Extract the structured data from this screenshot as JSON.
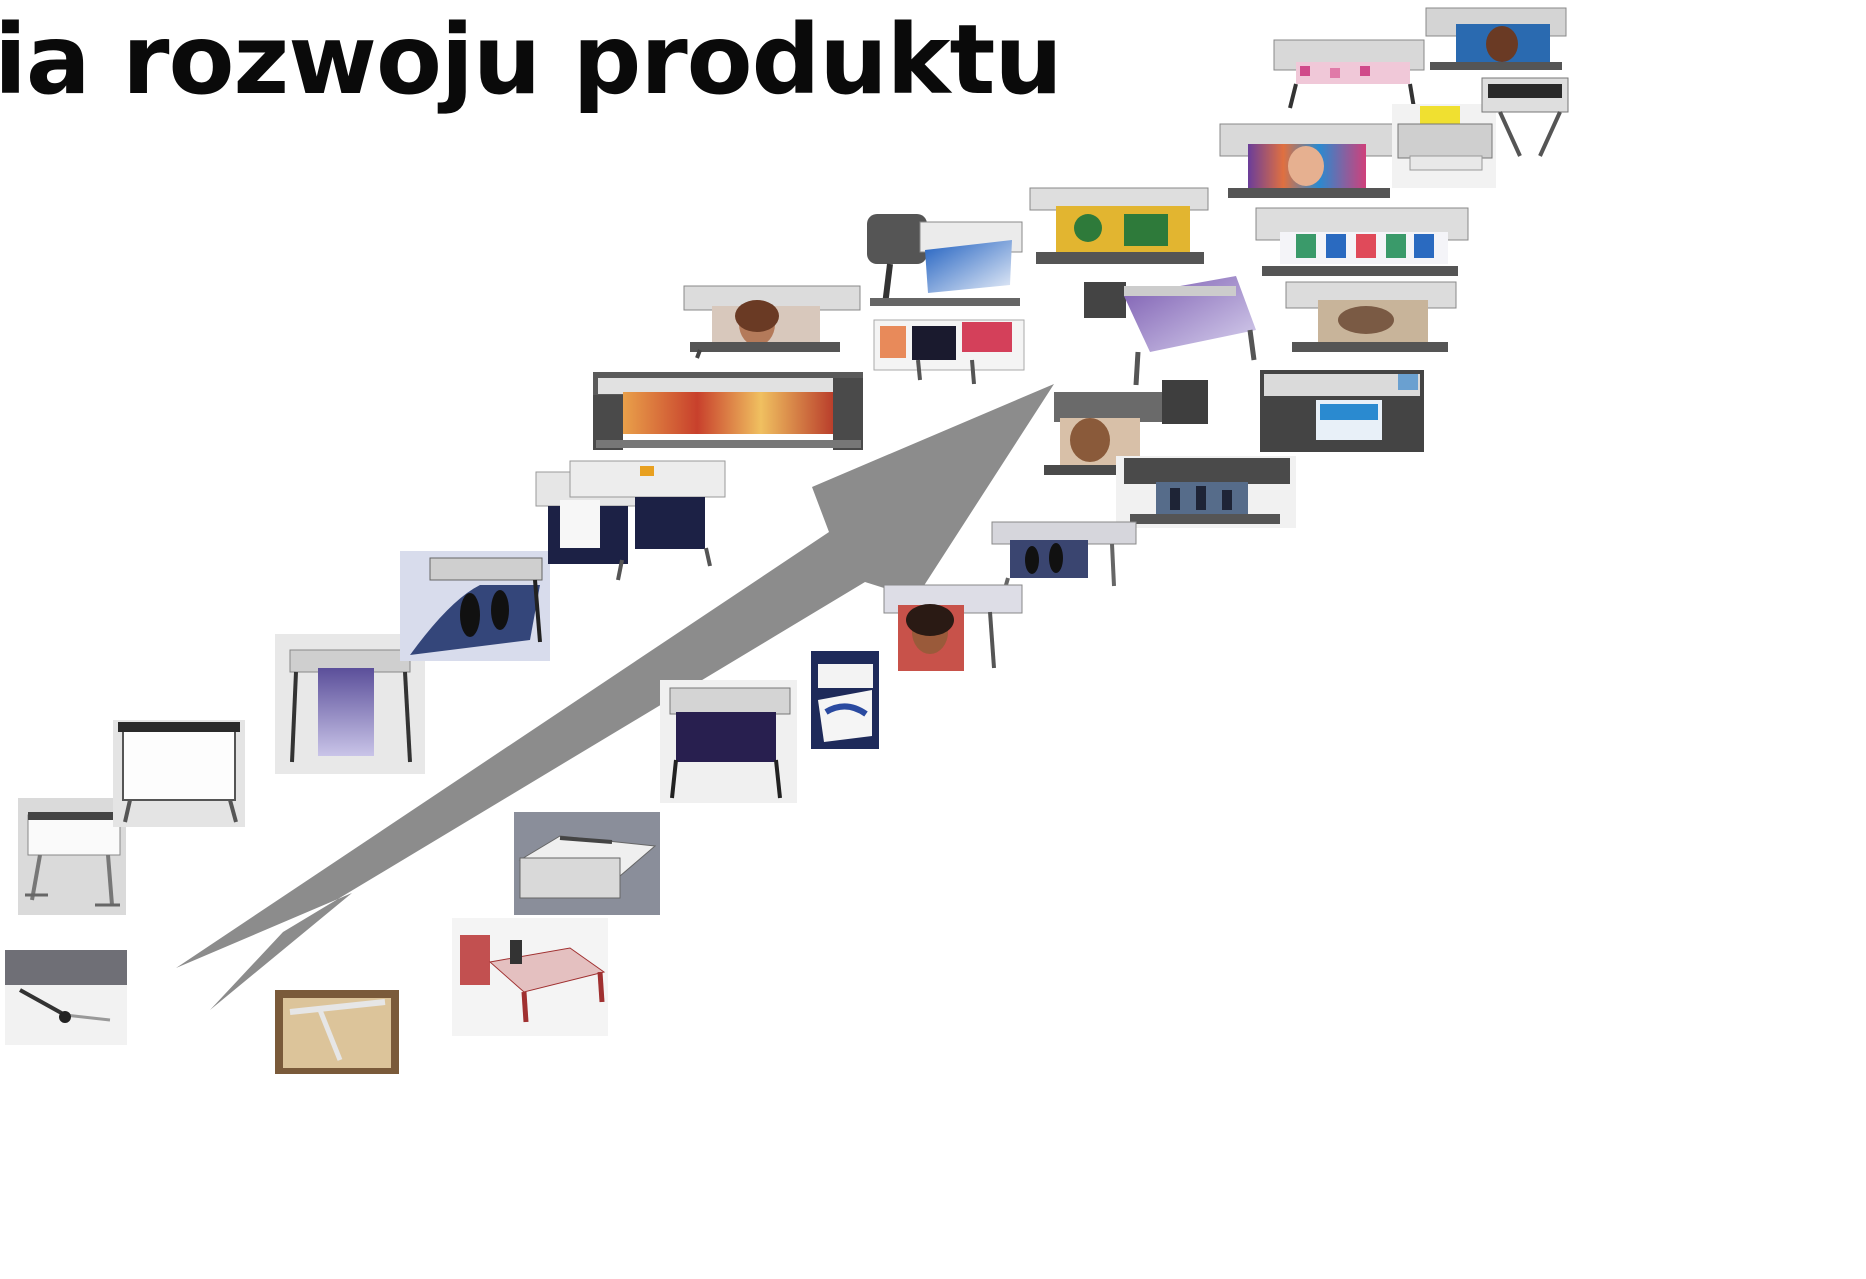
{
  "slide": {
    "title": "ia rozwoju produktu"
  },
  "colors": {
    "arrow": "#8c8c8c",
    "background": "#ffffff",
    "title": "#0a0a0a"
  },
  "devices": [
    {
      "name": "manual-plotter-arm",
      "kind": "photo-arm"
    },
    {
      "name": "desktop-cutting-plotter",
      "kind": "plotter-stand"
    },
    {
      "name": "pen-plotter-wide",
      "kind": "plotter-paper"
    },
    {
      "name": "large-format-plotter-skyscraper",
      "kind": "printer-tall-print"
    },
    {
      "name": "penguin-print-plotter",
      "kind": "printer-tall-print"
    },
    {
      "name": "dual-inkjet-printers",
      "kind": "printer-double"
    },
    {
      "name": "textile-printer-floral",
      "kind": "printer-wide"
    },
    {
      "name": "inkjet-printer-portrait",
      "kind": "printer-wide"
    },
    {
      "name": "roll-printer-banner",
      "kind": "printer-wide"
    },
    {
      "name": "solvent-printer-banner",
      "kind": "printer-wide"
    },
    {
      "name": "jersey-printer",
      "kind": "printer-wide"
    },
    {
      "name": "flatbed-uv-printer",
      "kind": "flatbed"
    },
    {
      "name": "uv-printer-woman",
      "kind": "printer-wide"
    },
    {
      "name": "wide-printer-crowd",
      "kind": "printer-wide"
    },
    {
      "name": "penguin-inkjet-printer",
      "kind": "printer-wide"
    },
    {
      "name": "smiling-woman-printer",
      "kind": "printer-tall-print"
    },
    {
      "name": "vinyl-cutter-blue",
      "kind": "photo-dark"
    },
    {
      "name": "falcon-cutting-plotter",
      "kind": "plotter-stand"
    },
    {
      "name": "flatbed-cutter-gray",
      "kind": "flatbed"
    },
    {
      "name": "flatbed-cutting-table",
      "kind": "flatbed"
    },
    {
      "name": "drafting-board-plotter",
      "kind": "photo-board"
    },
    {
      "name": "colorful-face-printer",
      "kind": "printer-wide"
    },
    {
      "name": "tshirt-printer",
      "kind": "printer-wide"
    },
    {
      "name": "photo-portrait-printer",
      "kind": "printer-wide"
    },
    {
      "name": "sign-printer",
      "kind": "printer-wide"
    },
    {
      "name": "colorful-pattern-printer",
      "kind": "printer-wide"
    },
    {
      "name": "face-printer-top",
      "kind": "printer-wide"
    },
    {
      "name": "desktop-uv-printer",
      "kind": "desktop"
    },
    {
      "name": "compact-uv-printer",
      "kind": "desktop"
    }
  ]
}
